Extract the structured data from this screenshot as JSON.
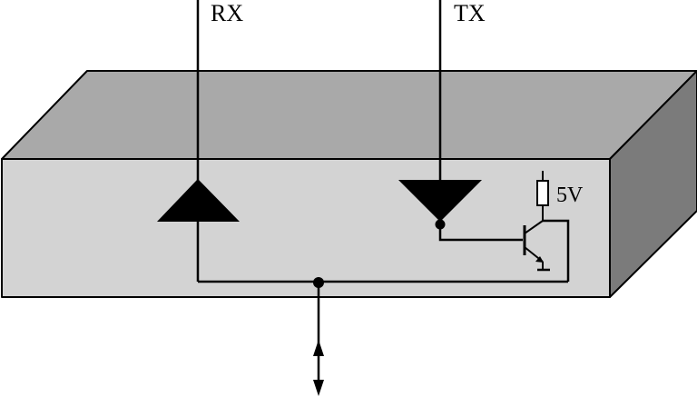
{
  "labels": {
    "rx": "RX",
    "tx": "TX",
    "supply": "5V"
  },
  "colors": {
    "box_top": "#a9a9a9",
    "box_front": "#d3d3d3",
    "box_side": "#7b7b7b",
    "ink": "#000000",
    "background": "#ffffff"
  }
}
